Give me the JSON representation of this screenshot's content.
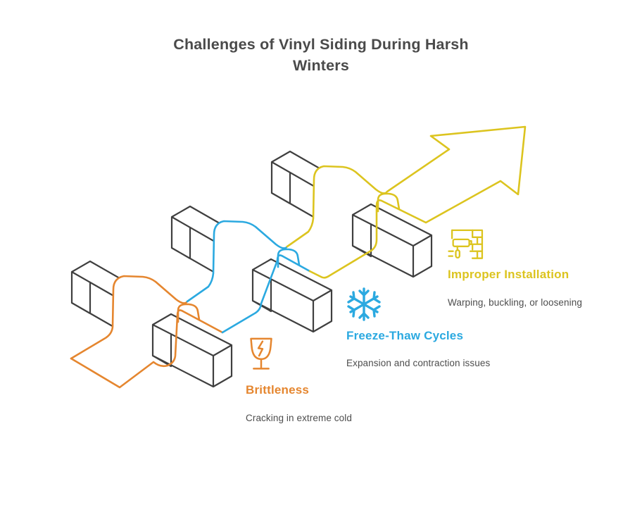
{
  "title": {
    "line1": "Challenges of Vinyl Siding During Harsh",
    "line2": "Winters"
  },
  "items": [
    {
      "id": "brittleness",
      "label": "Brittleness",
      "description": "Cracking in extreme cold",
      "color": "#e5862f",
      "icon": "fragile-glass-icon"
    },
    {
      "id": "freeze-thaw",
      "label": "Freeze-Thaw Cycles",
      "description": "Expansion and contraction issues",
      "color": "#2ba9e0",
      "icon": "snowflake-icon"
    },
    {
      "id": "improper-installation",
      "label": "Improper Installation",
      "description": "Warping, buckling, or loosening",
      "color": "#dcc41f",
      "icon": "paint-roller-wall-icon"
    }
  ],
  "diagram": {
    "style": "isometric ribbon arrow weaving over three bars, ascending to top-right",
    "bar_outline_color": "#3f3f3f",
    "segment_colors": [
      "#e5862f",
      "#2ba9e0",
      "#dcc41f"
    ],
    "arrow_color": "#dcc41f",
    "background": "#ffffff"
  }
}
